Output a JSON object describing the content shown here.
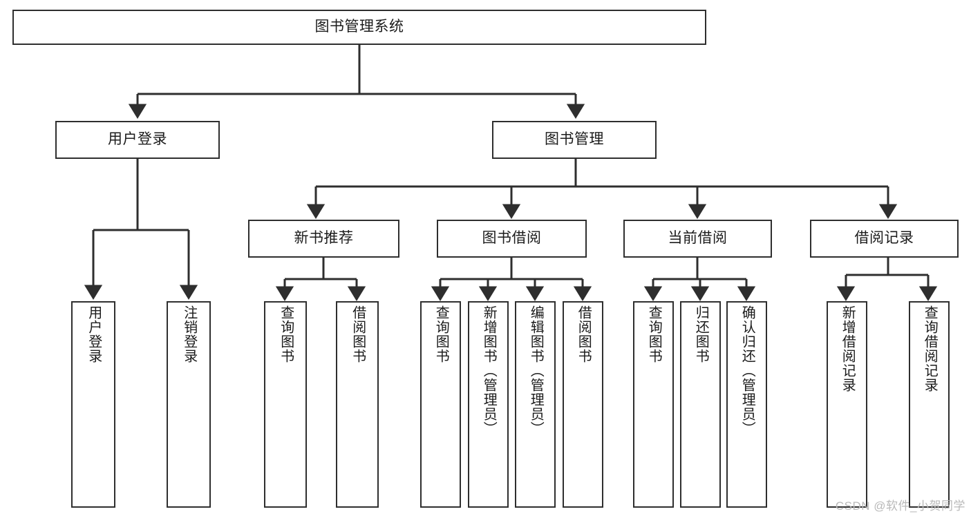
{
  "diagram": {
    "type": "tree",
    "title": "图书管理系统",
    "watermark": "CSDN @软件_小贺同学",
    "colors": {
      "line": "#2e2e2e",
      "box_border": "#2e2e2e",
      "box_fill": "#ffffff",
      "text": "#1b1b1b",
      "watermark": "#b9b9b9"
    },
    "nodes": {
      "root": {
        "label": "图书管理系统"
      },
      "level1": [
        {
          "label": "用户登录"
        },
        {
          "label": "图书管理"
        }
      ],
      "level2": [
        {
          "label": "新书推荐"
        },
        {
          "label": "图书借阅"
        },
        {
          "label": "当前借阅"
        },
        {
          "label": "借阅记录"
        }
      ],
      "leaves_user_login": [
        {
          "label": "用户登录"
        },
        {
          "label": "注销登录"
        }
      ],
      "leaves_new_book": [
        {
          "label": "查询图书"
        },
        {
          "label": "借阅图书"
        }
      ],
      "leaves_borrow": [
        {
          "label": "查询图书"
        },
        {
          "label": "新增图书（管理员）"
        },
        {
          "label": "编辑图书（管理员）"
        },
        {
          "label": "借阅图书"
        }
      ],
      "leaves_current": [
        {
          "label": "查询图书"
        },
        {
          "label": "归还图书"
        },
        {
          "label": "确认归还（管理员）"
        }
      ],
      "leaves_records": [
        {
          "label": "新增借阅记录"
        },
        {
          "label": "查询借阅记录"
        }
      ]
    }
  }
}
